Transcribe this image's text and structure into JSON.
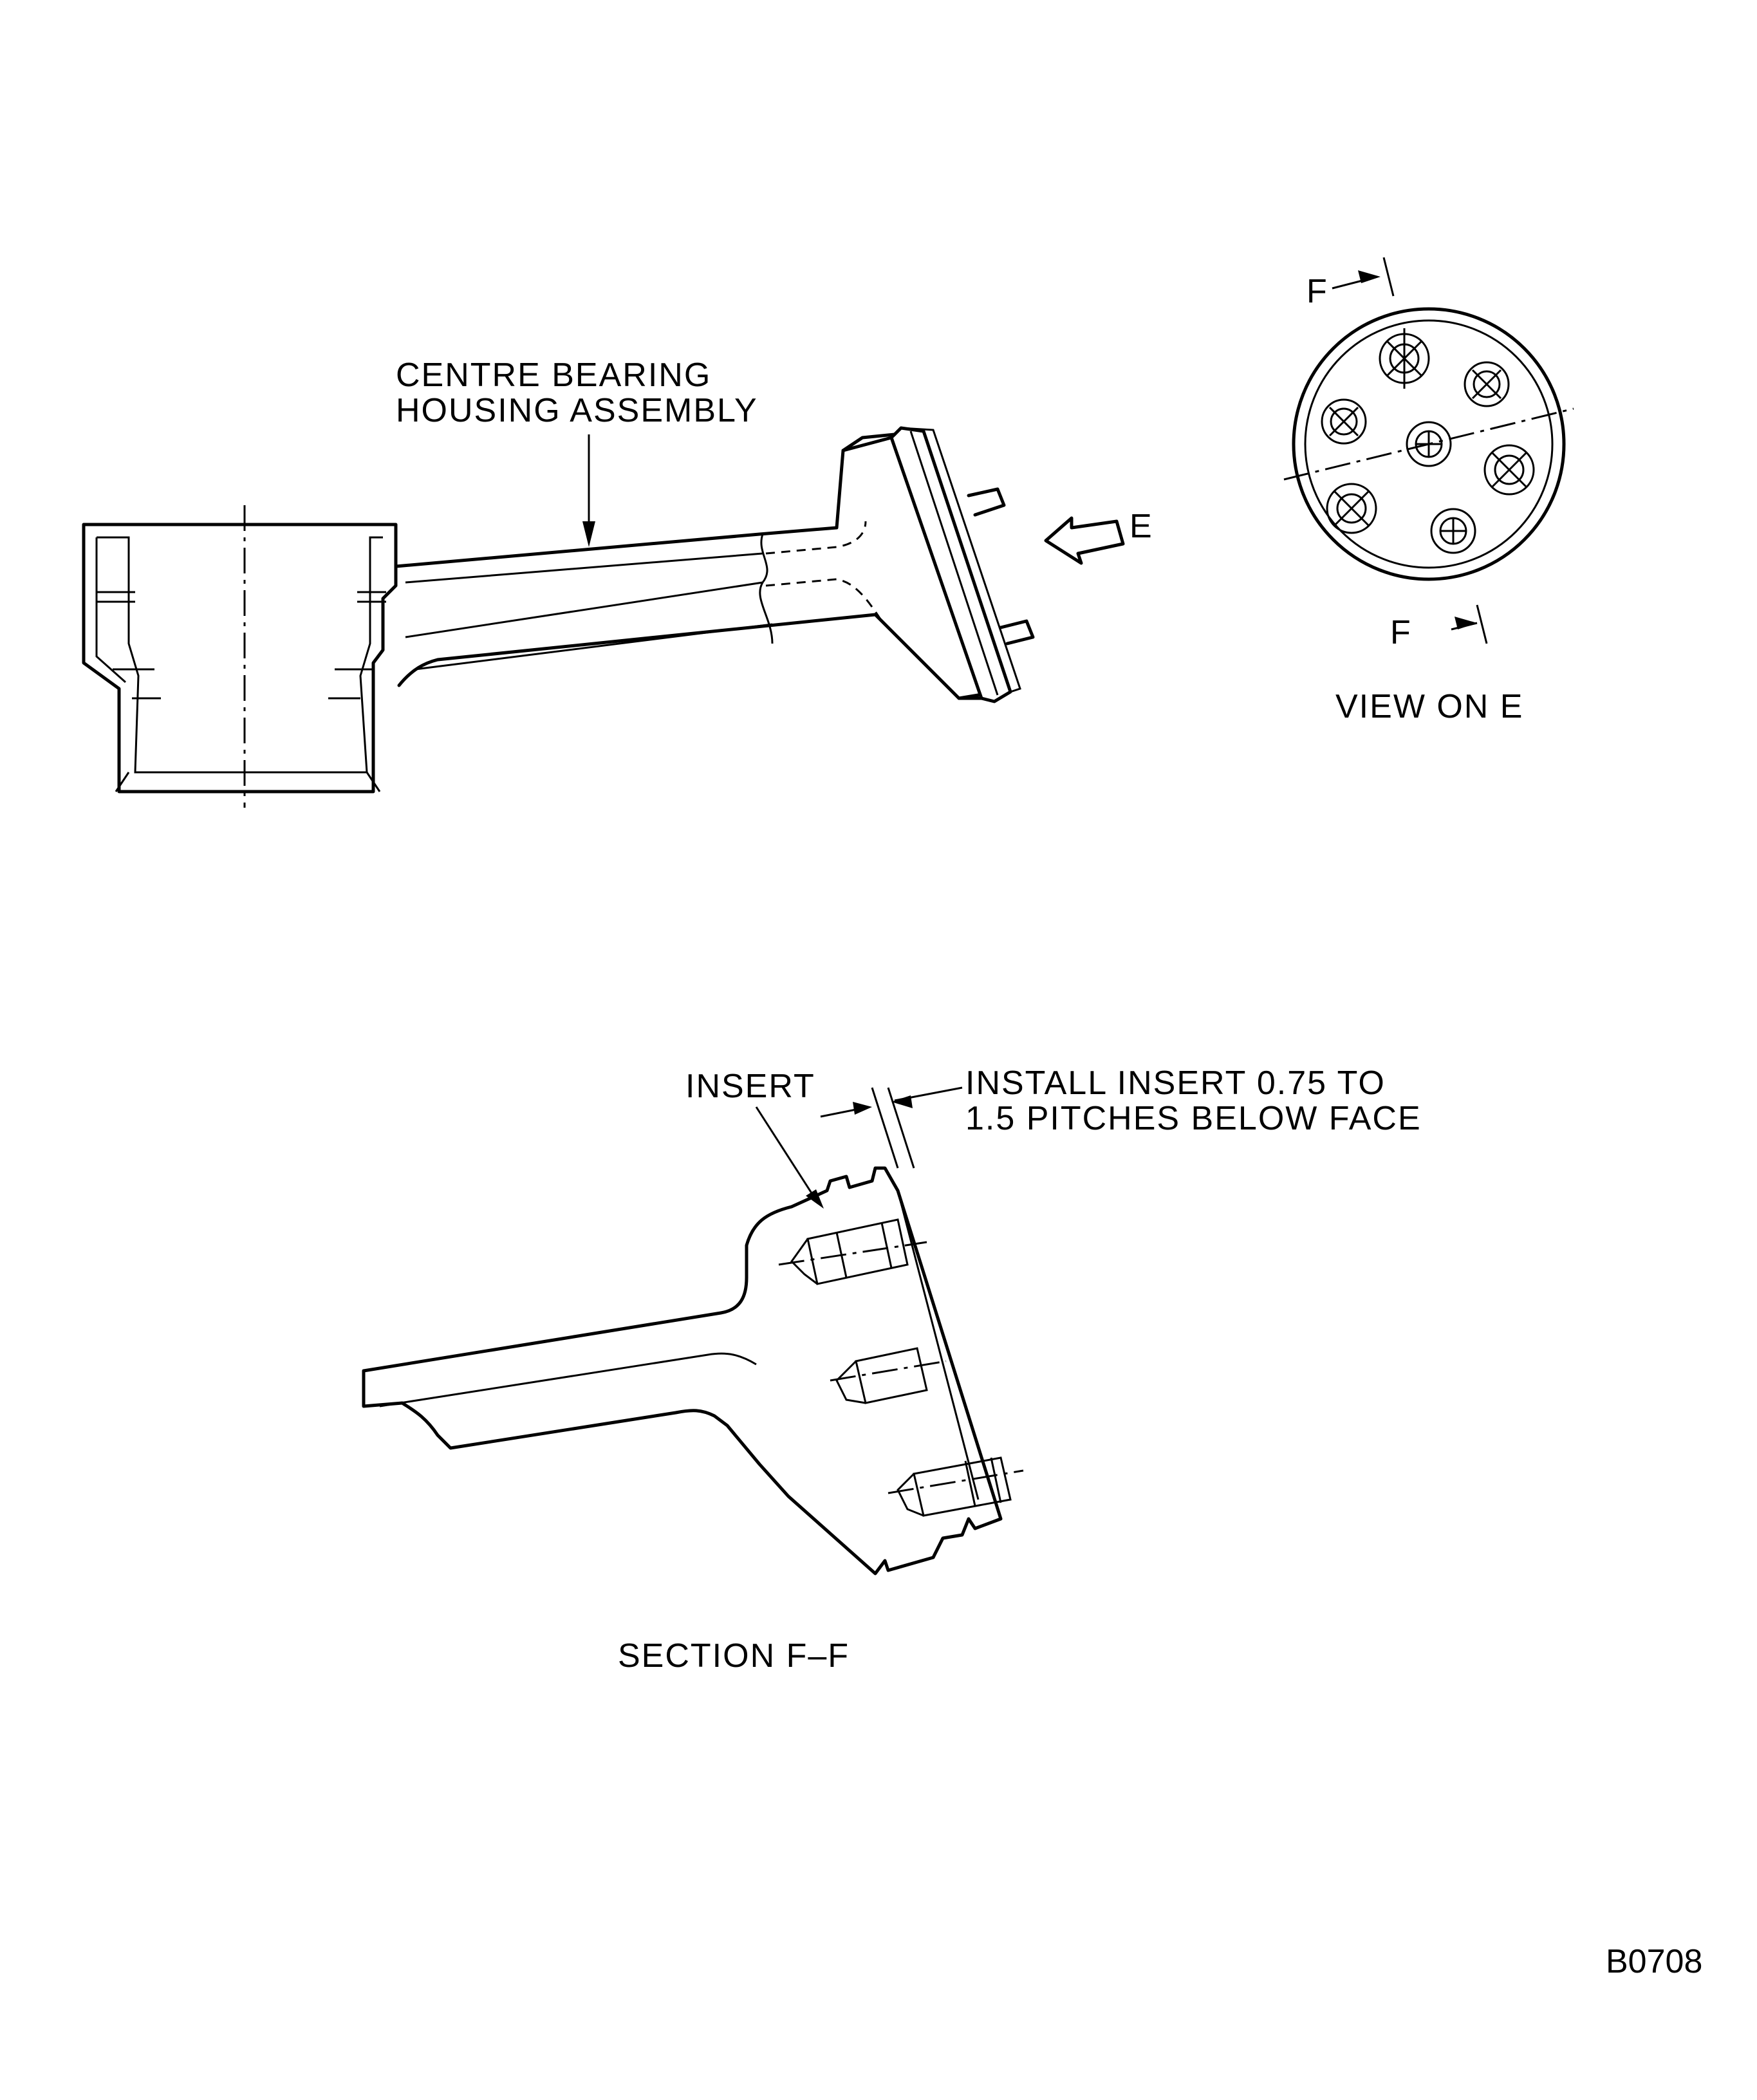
{
  "labels": {
    "centre_bearing_line1": "CENTRE BEARING",
    "centre_bearing_line2": "HOUSING ASSEMBLY",
    "view_arrow_letter": "E",
    "view_on_e": "VIEW ON E",
    "section_marker_top": "F",
    "section_marker_bottom": "F",
    "insert": "INSERT",
    "install_note_line1": "INSTALL INSERT 0.75 TO",
    "install_note_line2": "1.5 PITCHES BELOW FACE",
    "section_ff": "SECTION F–F",
    "figure_id": "B0708"
  }
}
